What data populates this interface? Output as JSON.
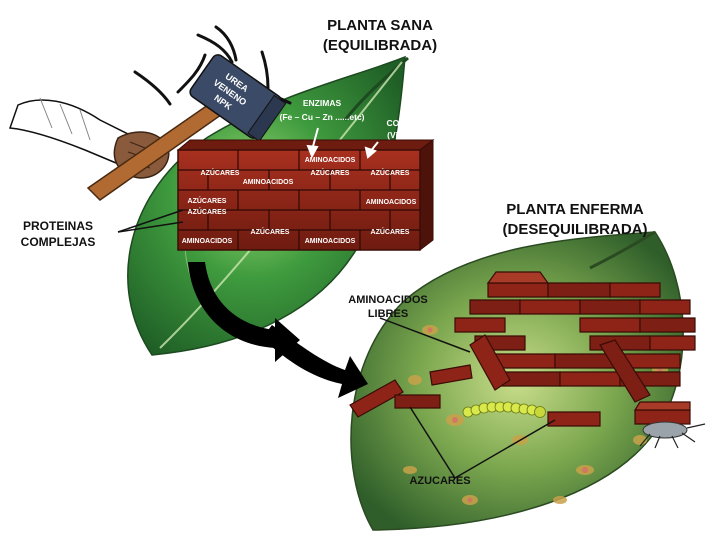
{
  "healthy_plant": {
    "title_line1": "PLANTA SANA",
    "title_line2": "(EQUILIBRADA)",
    "enzymes_line1": "ENZIMAS",
    "enzymes_line2": "(Fe – Cu – Zn ......etc)",
    "coenzymes_line1": "COENZIMAS",
    "coenzymes_line2": "(Vitaminas)",
    "proteins_line1": "PROTEINAS",
    "proteins_line2": "COMPLEJAS",
    "hammer_line1": "UREA",
    "hammer_line2": "VENENO",
    "hammer_line3": "NPK",
    "bricks": {
      "r1c2": "AZÚCARES",
      "r1c3": "AMINOACIDOS",
      "r1c4": "AZÚCARES",
      "r2c1": "AZÚCARES",
      "r2c2": "AMINOACIDOS",
      "r2c4": "AZÚCARES",
      "r3c4": "AMINOACIDOS",
      "r4c1": "AZÚCARES",
      "r5c1": "AMINOACIDOS",
      "r5c2": "AZÚCARES",
      "r5c3": "AMINOACIDOS",
      "r5c4": "AZÚCARES"
    }
  },
  "sick_plant": {
    "title_line1": "PLANTA ENFERMA",
    "title_line2": "(DESEQUILIBRADA)",
    "free_amino_line1": "AMINOACIDOS",
    "free_amino_line2": "LIBRES",
    "sugars": "AZUCARES"
  },
  "colors": {
    "brick": "#8e2418",
    "brick_dark": "#5a140c",
    "leaf_green": "#2f8a34",
    "leaf_light": "#8fd06a",
    "hammer_head": "#3b4a66",
    "handle": "#b06a32",
    "caterpillar": "#d9e84a"
  }
}
